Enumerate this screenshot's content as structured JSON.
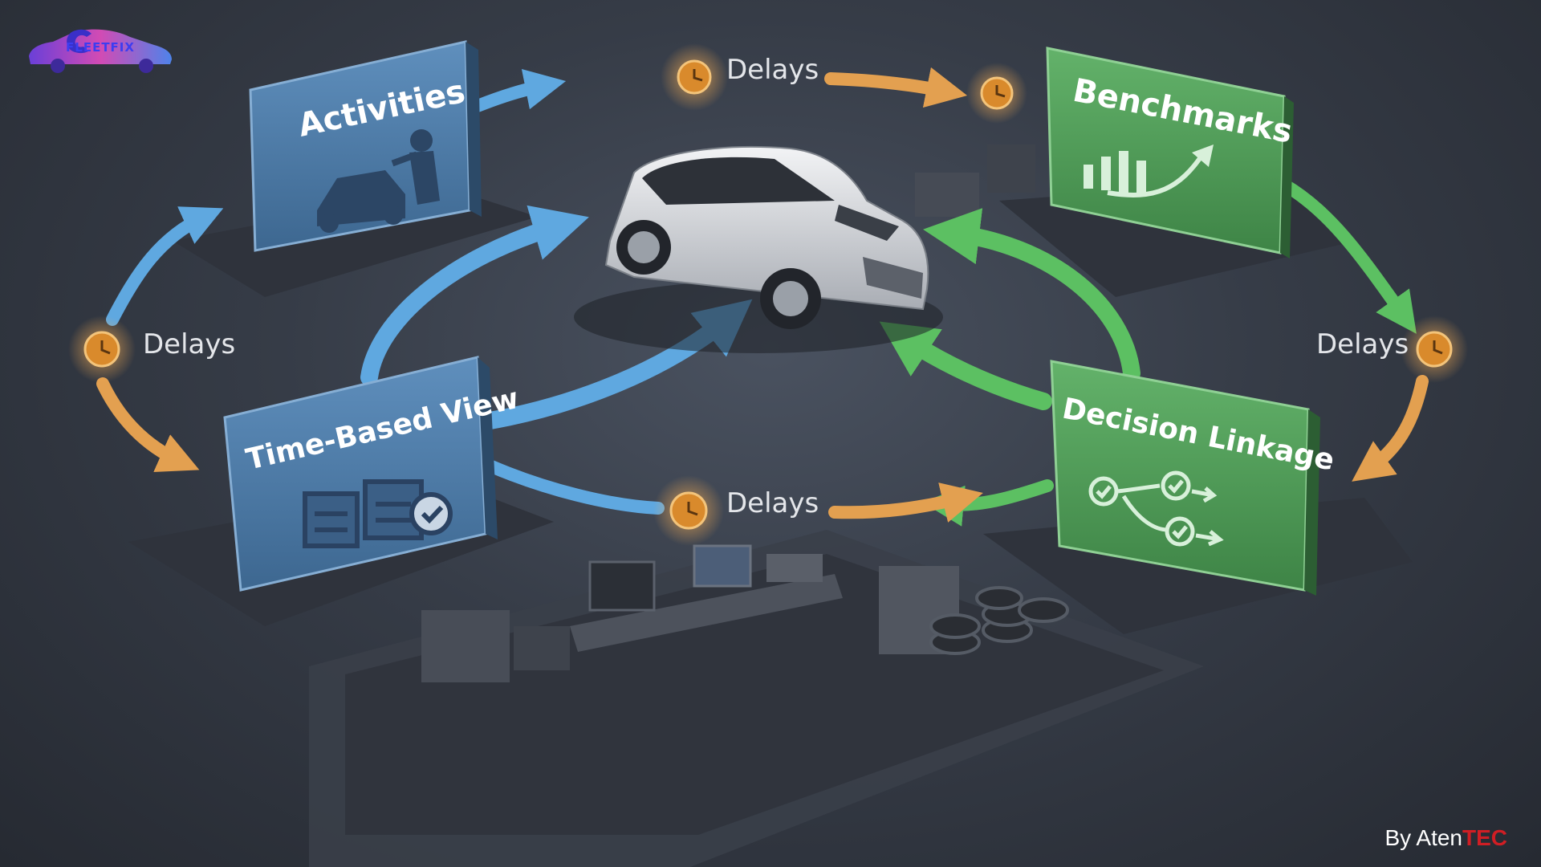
{
  "brand": {
    "logo_text": "FLEETFIX",
    "byline_prefix": "By Aten",
    "byline_brand": "TEC"
  },
  "panels": {
    "activities": {
      "title": "Activities",
      "icon": "mechanic-repair-icon"
    },
    "benchmarks": {
      "title": "Benchmarks",
      "icon": "bar-chart-trend-icon"
    },
    "time_based_view": {
      "title": "Time-Based View",
      "icon": "calendar-clock-icon"
    },
    "decision_linkage": {
      "title": "Decision Linkage",
      "icon": "flow-check-icon"
    }
  },
  "delays": {
    "top": "Delays",
    "left": "Delays",
    "right": "Delays",
    "bottom": "Delays"
  },
  "center": {
    "icon": "car-icon"
  },
  "colors": {
    "blue_panel": "#4d7aa6",
    "green_panel": "#4e9a56",
    "blue_arrow": "#5fa8e0",
    "green_arrow": "#5cc062",
    "orange_arrow": "#e3a050",
    "clock_orange": "#d98a2c",
    "byline_accent": "#d01e24"
  }
}
